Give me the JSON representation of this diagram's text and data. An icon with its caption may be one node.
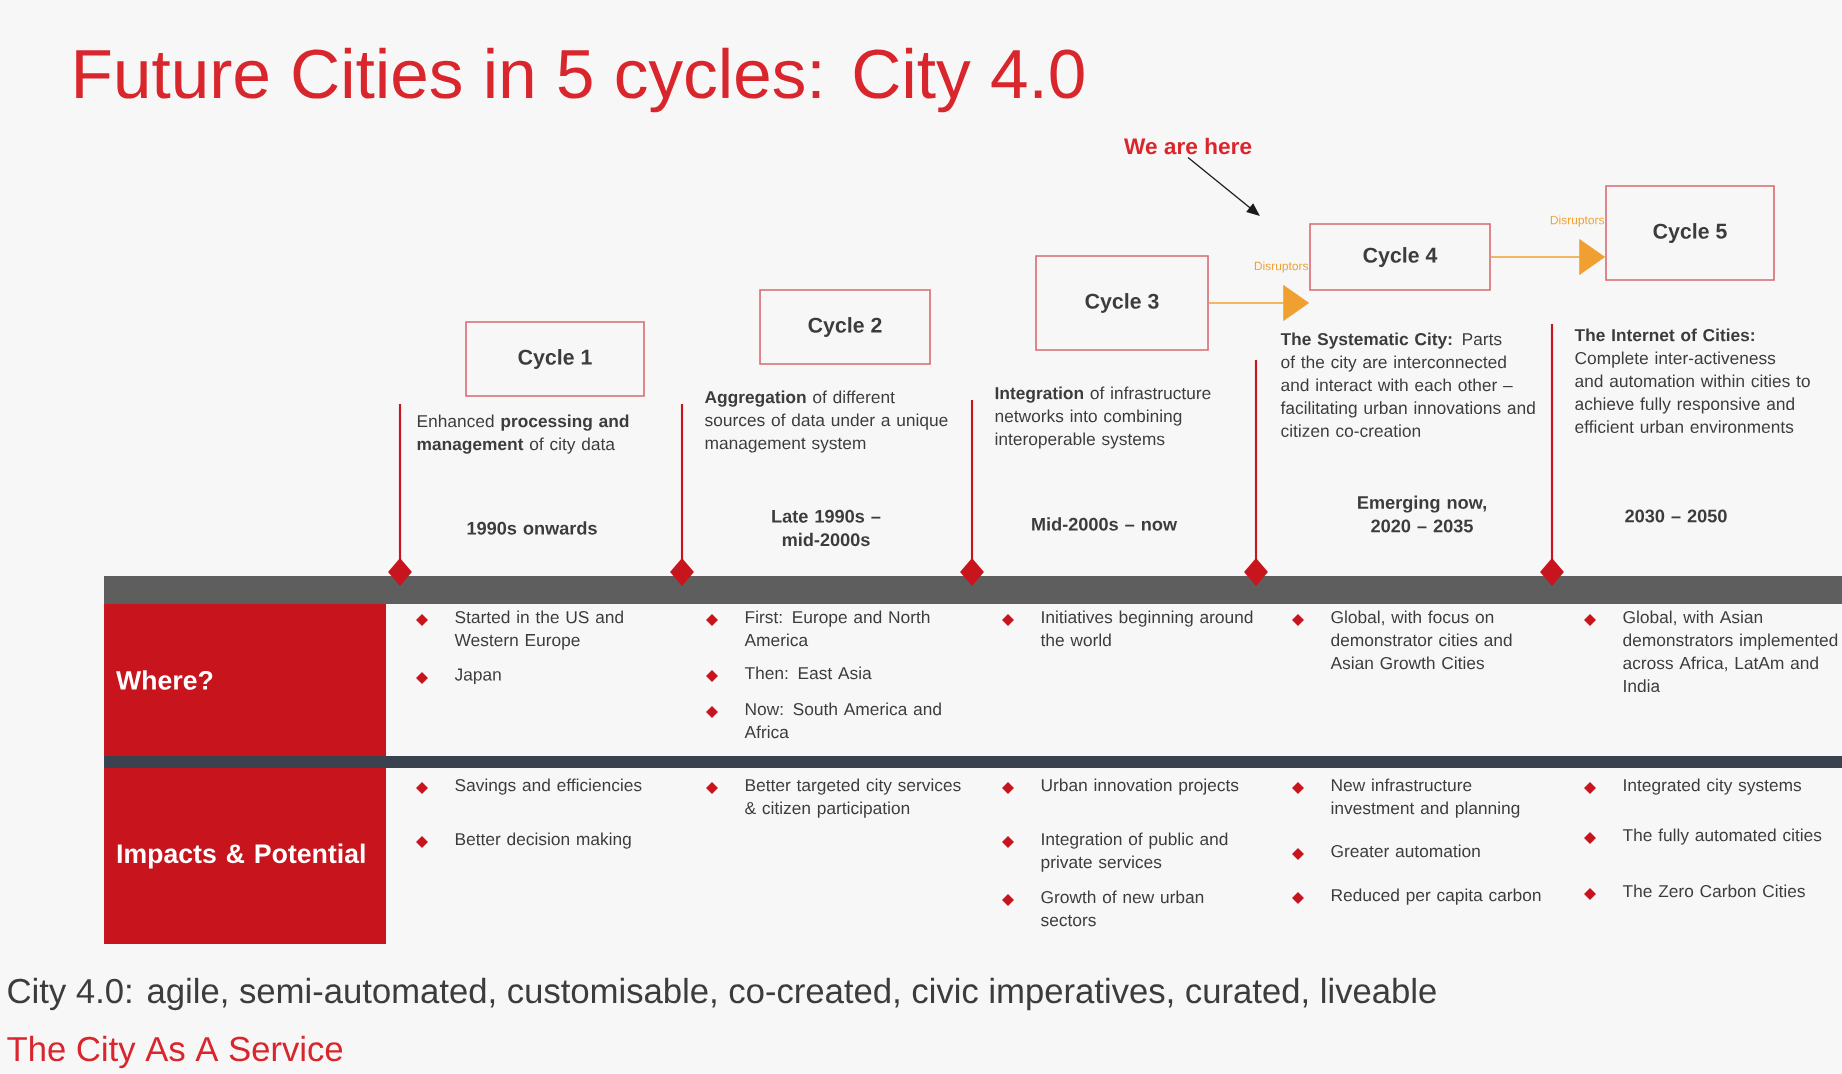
{
  "diagram": {
    "title": "Future Cities in 5 cycles: City 4.0",
    "nodes": [
      {
        "text": [
          "We are here"
        ]
      },
      {
        "text": [
          "Cycle 1"
        ],
        "beside": [
          "Enhanced **processing and management** of city data"
        ]
      },
      {
        "text": [
          "Cycle 2"
        ],
        "beside": [
          "**Aggregation** of different sources of data under a unique management system"
        ]
      },
      {
        "text": [
          "Cycle 3"
        ],
        "beside": [
          "**Integration** of infrastructure networks into combining interoperable systems"
        ]
      },
      {
        "text": [
          "Cycle 4"
        ],
        "beside": [
          "**The Systematic City:** Parts of the city are interconnected and interact with each other – facilitating urban innovations and citizen co-creation"
        ]
      },
      {
        "text": [
          "Cycle 5"
        ],
        "beside": [
          "**The Internet of Cities:** Complete inter-activeness and automation within cities to achieve fully responsive and efficient urban environments"
        ]
      },
      {
        "text": [
          "Where?"
        ]
      },
      {
        "text": [
          "Impacts & Potential"
        ]
      }
    ],
    "edges": [
      {
        "from": 0,
        "to": null,
        "arrow": "to",
        "color": "#1a1a1a"
      },
      {
        "from": 3,
        "to": 4,
        "arrow": "to",
        "label": "Disruptors",
        "color": "#f0a030"
      },
      {
        "from": 4,
        "to": 5,
        "arrow": "to",
        "label": "Disruptors",
        "color": "#f0a030"
      }
    ],
    "labels": [
      "1990s onwards",
      "Late 1990s – mid-2000s",
      "Mid-2000s – now",
      "Emerging now, 2020 – 2035",
      "2030 – 2050",
      "Started in the US and Western Europe",
      "Japan",
      "First: Europe and North America",
      "Then: East Asia",
      "Now: South America and Africa",
      "Initiatives beginning around the world",
      "Global, with focus on demonstrator cities and Asian Growth Cities",
      "Global, with Asian demonstrators implemented across Africa, LatAm and India",
      "Savings and efficiencies",
      "Better decision making",
      "Better targeted city services & citizen participation",
      "Urban innovation projects",
      "Integration of public and private services",
      "Growth of new urban sectors",
      "New infrastructure investment and planning",
      "Greater automation",
      "Reduced per capita carbon",
      "Integrated city systems",
      "The fully automated cities",
      "The Zero Carbon Cities",
      "City 4.0: agile, semi-automated, customisable, co-created, civic imperatives, curated, liveable",
      "The City As A Service"
    ]
  }
}
